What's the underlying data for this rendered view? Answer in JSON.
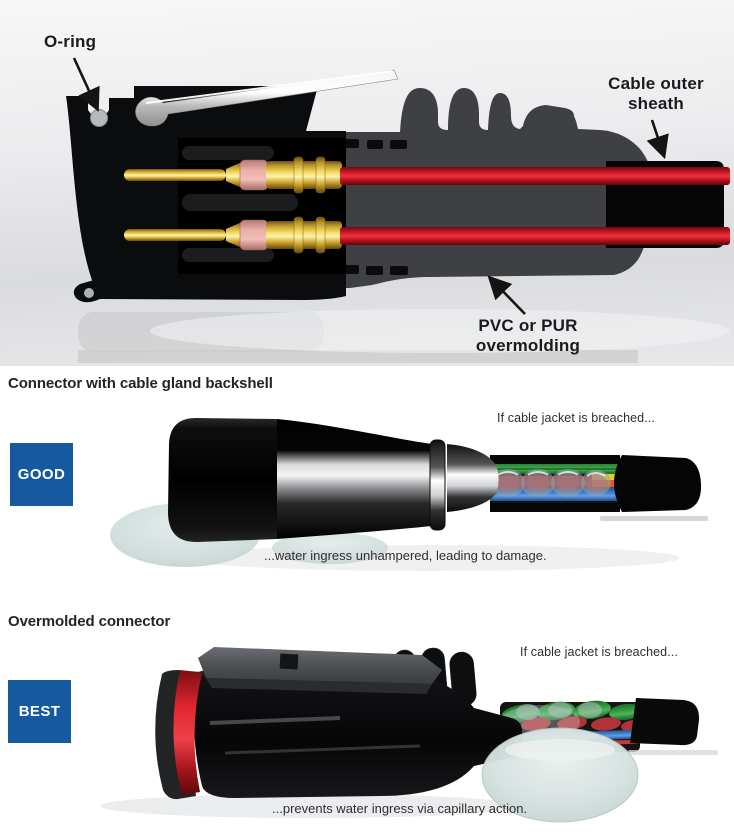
{
  "hero": {
    "labels": {
      "o_ring": "O-ring",
      "cable_sheath": "Cable outer sheath",
      "overmolding": "PVC or PUR overmolding"
    },
    "icons": {
      "o_ring_arrow": "annotation-arrow-down-right",
      "cable_sheath_arrow": "annotation-arrow-down",
      "overmolding_arrow": "annotation-arrow-up-left"
    }
  },
  "sections": {
    "good": {
      "heading": "Connector with cable gland backshell",
      "badge": "GOOD",
      "callout": "If cable jacket is breached...",
      "caption": "...water ingress unhampered, leading to damage."
    },
    "best": {
      "heading": "Overmolded connector",
      "badge": "BEST",
      "callout": "If cable jacket is breached...",
      "caption": "...prevents water ingress via capillary action."
    }
  },
  "colors": {
    "badge_blue": "#15599e",
    "wire_red": "#da1f26",
    "pin_gold": "#f3cf4a",
    "contact_sleeve_pink": "#e9a9a2",
    "housing_black": "#0b0c0d",
    "overmold_charcoal": "#3e4044",
    "cable_black": "#070708",
    "water_blue_gray": "#cfdcda",
    "wire_green": "#37a345",
    "wire_blue": "#4b8ad8",
    "wire_yellow": "#e3cd2a",
    "wire_orange": "#d95b25",
    "seal_red": "#e02630",
    "metal_clip_silver": "#e8e8e8",
    "label_text": "#1b1b1d"
  }
}
